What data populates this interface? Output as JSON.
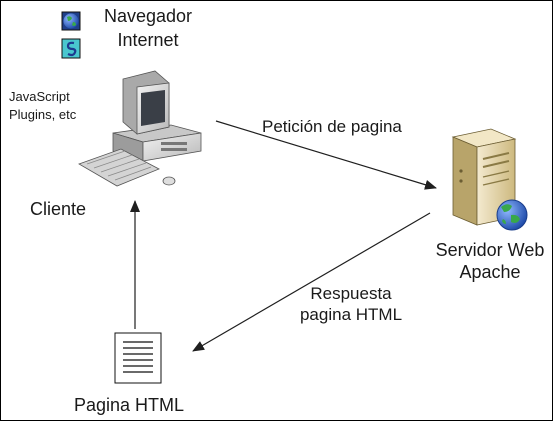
{
  "browser": {
    "label_line1": "Navegador",
    "label_line2": "Internet"
  },
  "plugins": {
    "label_line1": "JavaScript",
    "label_line2": "Plugins, etc"
  },
  "client": {
    "label": "Cliente"
  },
  "request": {
    "label": "Petición de pagina"
  },
  "server": {
    "label_line1": "Servidor Web",
    "label_line2": "Apache"
  },
  "response": {
    "label_line1": "Respuesta",
    "label_line2": "pagina HTML"
  },
  "page": {
    "label": "Pagina HTML"
  },
  "colors": {
    "arrow": "#1f1f1f",
    "globe_ocean": "#2f64c9",
    "globe_land": "#38a84a",
    "server_case": "#e6d7a5",
    "monitor_case": "#dcdcdc",
    "screen": "#3a3f47",
    "plugin_tile": "#49c7cf"
  }
}
